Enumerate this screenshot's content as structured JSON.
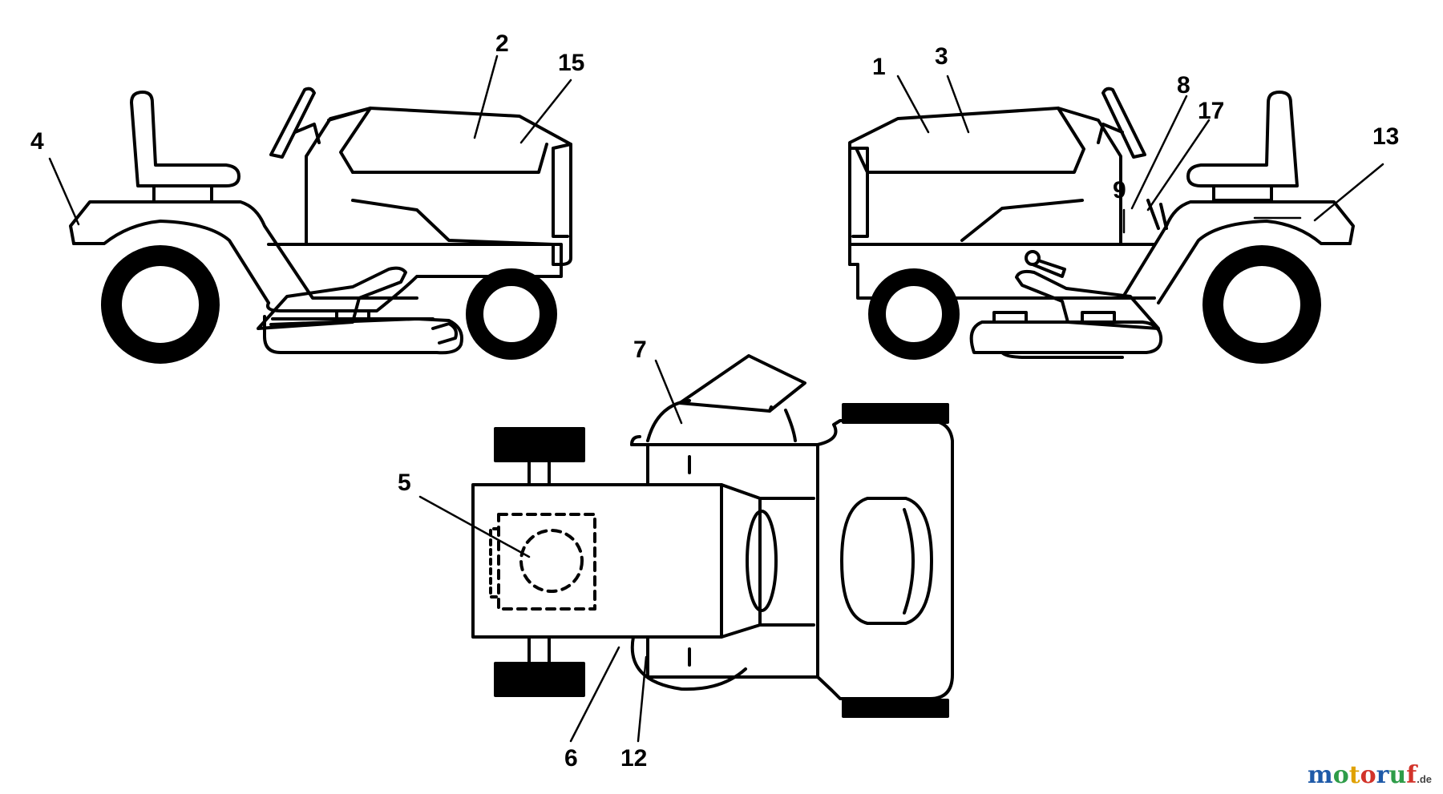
{
  "callouts": {
    "c1": "1",
    "c2": "2",
    "c3": "3",
    "c4": "4",
    "c5": "5",
    "c6": "6",
    "c7": "7",
    "c8": "8",
    "c9": "9",
    "c12": "12",
    "c13": "13",
    "c15": "15",
    "c17": "17"
  },
  "watermark": {
    "letters": [
      "m",
      "o",
      "t",
      "o",
      "r",
      "u",
      "f"
    ],
    "colors": [
      "#1e5aa8",
      "#2e9c48",
      "#e0a100",
      "#d2332a",
      "#1e5aa8",
      "#2e9c48",
      "#d2332a"
    ],
    "suffix": ".de"
  }
}
